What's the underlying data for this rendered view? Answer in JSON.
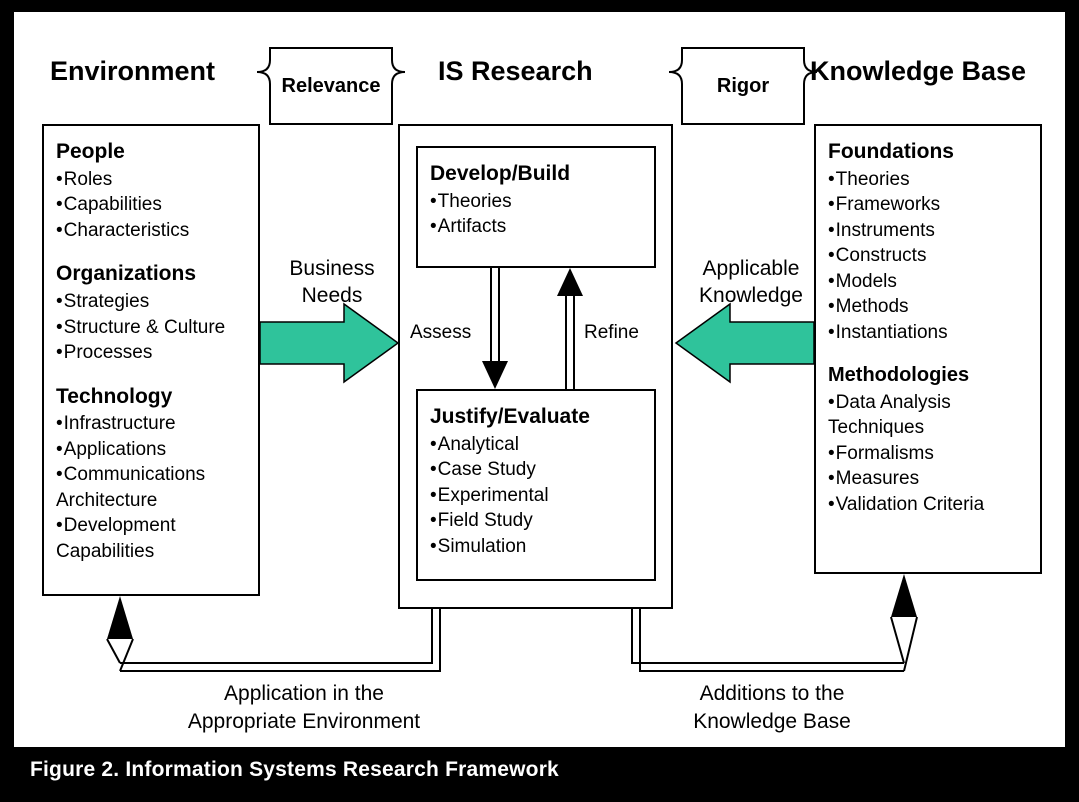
{
  "figure": {
    "caption": "Figure 2.  Information Systems Research Framework"
  },
  "headings": {
    "environment": "Environment",
    "is_research": "IS Research",
    "knowledge_base": "Knowledge Base"
  },
  "brackets": {
    "relevance": "Relevance",
    "rigor": "Rigor"
  },
  "environment": {
    "groups": [
      {
        "title": "People",
        "items": [
          "Roles",
          "Capabilities",
          "Characteristics"
        ]
      },
      {
        "title": "Organizations",
        "items": [
          "Strategies",
          "Structure & Culture",
          "Processes"
        ]
      },
      {
        "title": "Technology",
        "items": [
          "Infrastructure",
          "Applications",
          "Communications",
          "Architecture",
          "Development",
          "Capabilities"
        ]
      }
    ]
  },
  "is_research": {
    "develop": {
      "title": "Develop/Build",
      "items": [
        "Theories",
        "Artifacts"
      ]
    },
    "justify": {
      "title": "Justify/Evaluate",
      "items": [
        "Analytical",
        "Case Study",
        "Experimental",
        "Field Study",
        "Simulation"
      ]
    },
    "assess_label": "Assess",
    "refine_label": "Refine"
  },
  "knowledge_base": {
    "groups": [
      {
        "title": "Foundations",
        "items": [
          "Theories",
          "Frameworks",
          "Instruments",
          "Constructs",
          "Models",
          "Methods",
          "Instantiations"
        ]
      },
      {
        "title": "Methodologies",
        "items": [
          "Data Analysis",
          "Techniques",
          "Formalisms",
          "Measures",
          "Validation Criteria"
        ]
      }
    ]
  },
  "flows": {
    "business_needs_line1": "Business",
    "business_needs_line2": "Needs",
    "applicable_knowledge_line1": "Applicable",
    "applicable_knowledge_line2": "Knowledge",
    "application_line1": "Application in the",
    "application_line2": "Appropriate Environment",
    "additions_line1": "Additions to the",
    "additions_line2": "Knowledge Base"
  },
  "colors": {
    "arrow_green": "#2fc39b",
    "arrow_outline": "#000000",
    "frame": "#000000",
    "background": "#ffffff"
  }
}
